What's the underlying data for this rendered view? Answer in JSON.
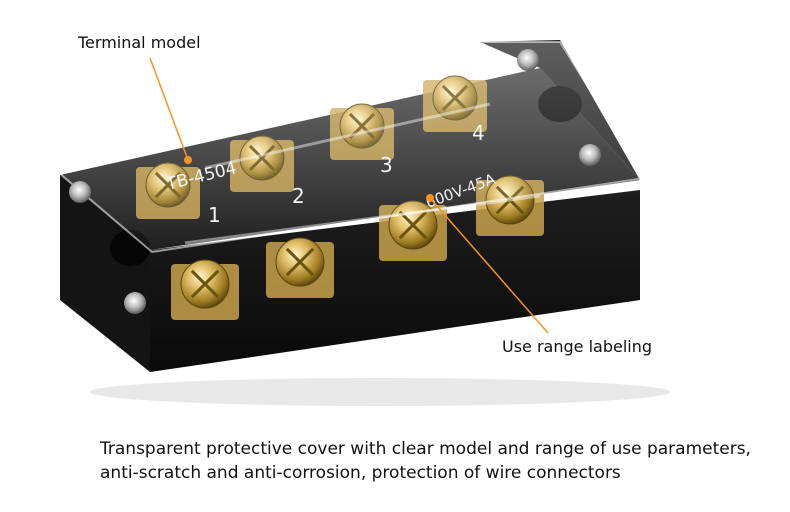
{
  "callouts": {
    "terminal_model": "Terminal model",
    "range_labeling": "Use range labeling"
  },
  "product": {
    "model_print": "TB-4504",
    "rating_print": "600V-45A",
    "positions": [
      "1",
      "2",
      "3",
      "4"
    ]
  },
  "caption": {
    "line1": "Transparent protective cover with clear model and range of use parameters,",
    "line2": "anti-scratch and anti-corrosion, protection of wire connectors"
  },
  "colors": {
    "callout_line": "#f7931e",
    "body": "#1b1b1b",
    "brass": "#c8a24a"
  }
}
